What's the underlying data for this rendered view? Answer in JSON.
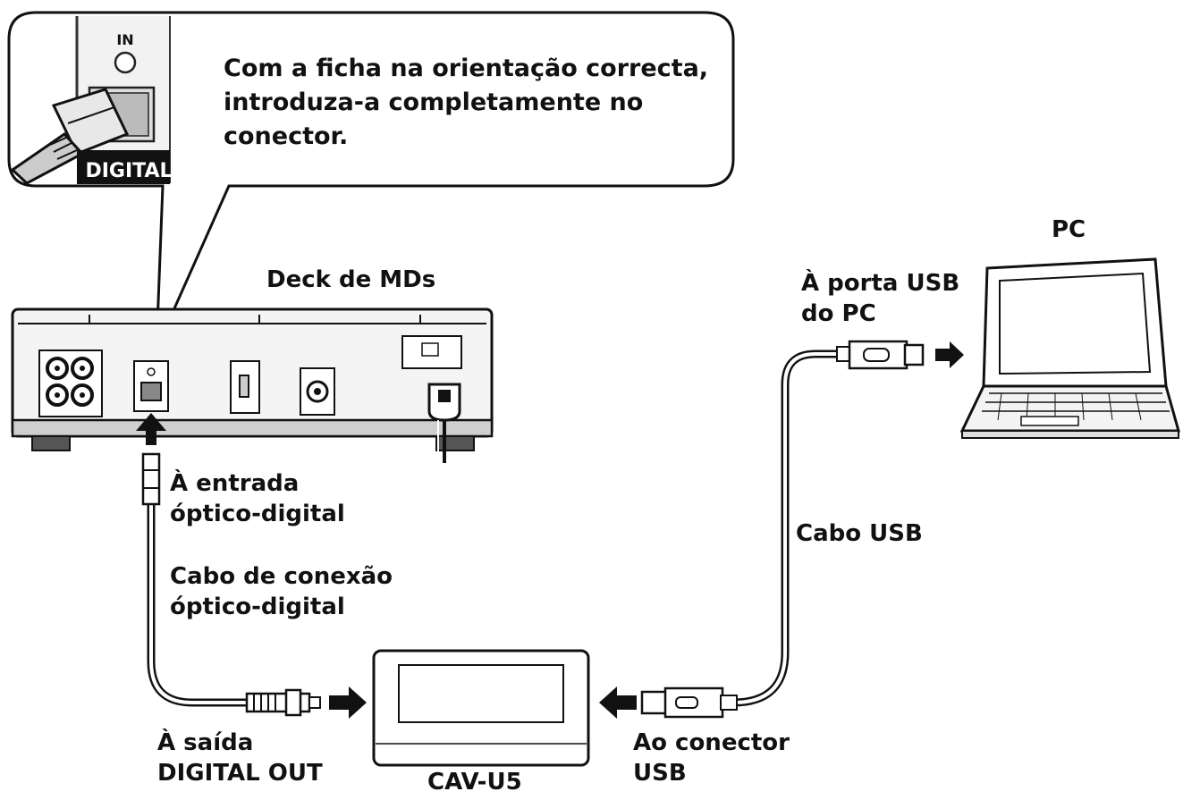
{
  "callout": {
    "line1": "Com a ficha na orientação correcta,",
    "line2": "introduza-a completamente no",
    "line3": "conector.",
    "panel_in": "IN",
    "panel_digital": "DIGITAL"
  },
  "labels": {
    "md_deck": "Deck de MDs",
    "pc": "PC",
    "usb_port_line1": "À porta USB",
    "usb_port_line2": "do PC",
    "optical_in_line1": "À entrada",
    "optical_in_line2": "óptico-digital",
    "optical_cable_line1": "Cabo de conexão",
    "optical_cable_line2": "óptico-digital",
    "usb_cable": "Cabo USB",
    "digital_out_line1": "À saída",
    "digital_out_line2": "DIGITAL OUT",
    "cav": "CAV-U5",
    "usb_connector_line1": "Ao conector",
    "usb_connector_line2": "USB"
  }
}
